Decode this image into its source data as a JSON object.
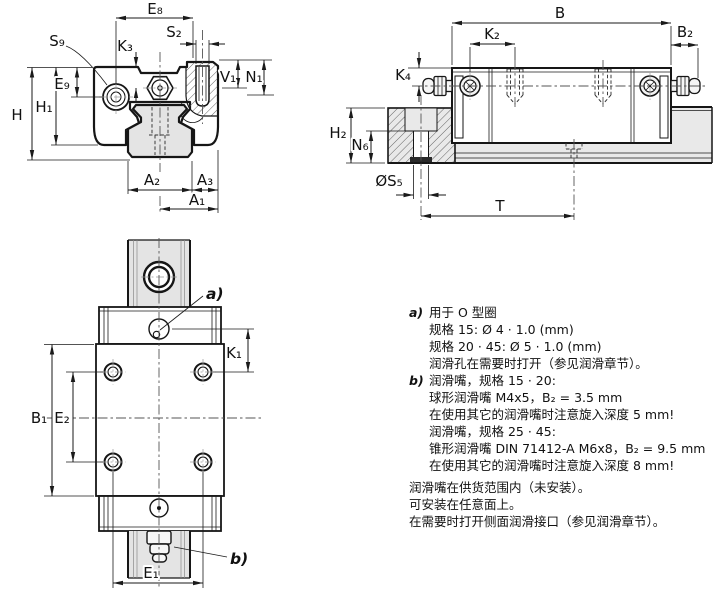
{
  "drawing_top_left": {
    "labels": {
      "e8": "E₈",
      "s2": "S₂",
      "s9": "S₉",
      "k3": "K₃",
      "e9": "E₉",
      "h1": "H₁",
      "h": "H",
      "v1": "V₁",
      "n1": "N₁",
      "a2": "A₂",
      "a3": "A₃",
      "a1": "A₁"
    }
  },
  "drawing_top_right": {
    "labels": {
      "b": "B",
      "k2": "K₂",
      "b2": "B₂",
      "k4": "K₄",
      "h2": "H₂",
      "n6": "N₆",
      "s5": "ØS₅",
      "t": "T"
    }
  },
  "drawing_bottom_left": {
    "labels": {
      "a_marker": "a)",
      "b_marker": "b)",
      "k1": "K₁",
      "b1": "B₁",
      "e2": "E₂",
      "e1": "E₁"
    }
  },
  "notes": {
    "a_marker": "a)",
    "a_lines": [
      "用于 O 型圈",
      "规格 15: Ø 4 · 1.0 (mm)",
      "规格 20 · 45: Ø 5 · 1.0 (mm)",
      "润滑孔在需要时打开（参见润滑章节）。"
    ],
    "b_marker": "b)",
    "b_lines": [
      "润滑嘴，规格 15 · 20:",
      "球形润滑嘴 M4x5，B₂ = 3.5 mm",
      "在使用其它的润滑嘴时注意旋入深度 5 mm!",
      "润滑嘴，规格 25 · 45:",
      "锥形润滑嘴 DIN 71412-A M6x8，B₂ = 9.5 mm",
      "在使用其它的润滑嘴时注意旋入深度 8 mm!"
    ],
    "footer_lines": [
      "润滑嘴在供货范围内（未安装）。",
      "可安装在任意面上。",
      "在需要时打开侧面润滑接口（参见润滑章节）。"
    ],
    "colors": {
      "line": "#1a1a1a",
      "fill_gray": "#e4e4e4",
      "background": "#ffffff"
    }
  }
}
